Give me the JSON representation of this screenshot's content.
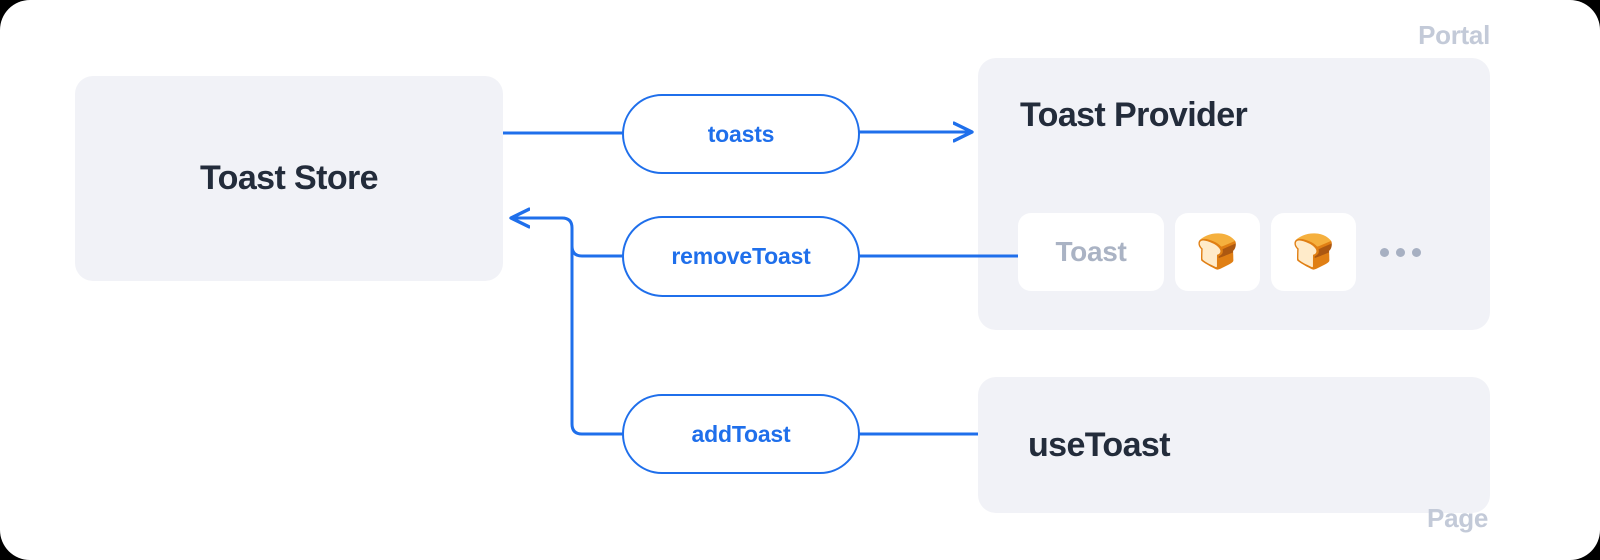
{
  "diagram": {
    "title": "Toast Store architecture flow",
    "accent_color": "#1f6feb",
    "panel_color": "#f1f2f7",
    "text_color": "#232c3b",
    "muted_color": "#c3cad8"
  },
  "store": {
    "label": "Toast Store"
  },
  "portal": {
    "caption": "Portal",
    "title": "Toast Provider",
    "cards": [
      {
        "type": "label",
        "label": "Toast"
      },
      {
        "type": "emoji",
        "label": "🍞"
      },
      {
        "type": "emoji",
        "label": "🍞"
      }
    ],
    "ellipsis_dots": 3
  },
  "page": {
    "caption": "Page",
    "hook_title": "useToast"
  },
  "pills": [
    {
      "id": "toasts",
      "label": "toasts"
    },
    {
      "id": "removeToast",
      "label": "removeToast"
    },
    {
      "id": "addToast",
      "label": "addToast"
    }
  ],
  "connections": [
    {
      "from": "Toast Store",
      "via": "toasts",
      "to": "Toast Provider",
      "arrow": "to"
    },
    {
      "from": "Toast",
      "via": "removeToast",
      "to": "Toast Store",
      "arrow": "to"
    },
    {
      "from": "useToast",
      "via": "addToast",
      "to": "Toast Store",
      "arrow": "to"
    }
  ]
}
